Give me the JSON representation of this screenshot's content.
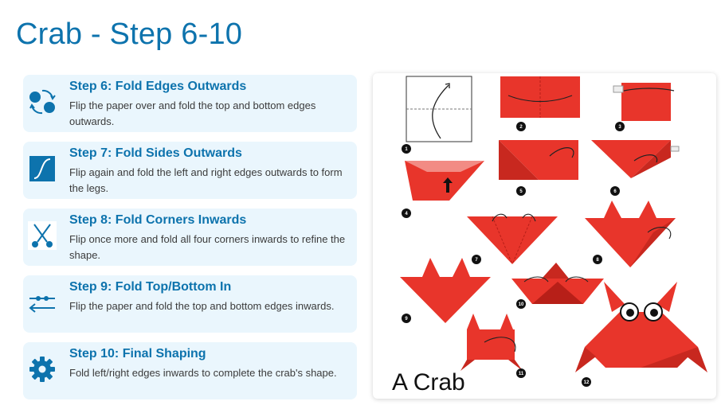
{
  "page": {
    "title": "Crab - Step 6-10"
  },
  "steps": [
    {
      "title": "Step 6: Fold Edges Outwards",
      "description": "Flip the paper over and fold the top and bottom edges outwards.",
      "icon": "flip-arrows-icon"
    },
    {
      "title": "Step 7: Fold Sides Outwards",
      "description": "Flip again and fold the left and right edges outwards to form the legs.",
      "icon": "curve-icon"
    },
    {
      "title": "Step 8: Fold Corners Inwards",
      "description": "Flip once more and fold all four corners inwards to refine the shape.",
      "icon": "scissors-icon"
    },
    {
      "title": "Step 9: Fold Top/Bottom In",
      "description": "Flip the paper and fold the top and bottom edges inwards.",
      "icon": "arrow-connect-icon"
    },
    {
      "title": "Step 10: Final Shaping",
      "description": "Fold left/right edges inwards to complete the crab's shape.",
      "icon": "gear-icon"
    }
  ],
  "figure": {
    "caption": "A Crab",
    "step_numbers": [
      "1",
      "2",
      "3",
      "4",
      "5",
      "6",
      "7",
      "8",
      "9",
      "10",
      "11",
      "12"
    ],
    "colors": {
      "paper_red": "#e8352b",
      "paper_dark": "#c8281f",
      "accent_blue": "#0d73ad",
      "card_bg": "#eaf6fd"
    }
  }
}
